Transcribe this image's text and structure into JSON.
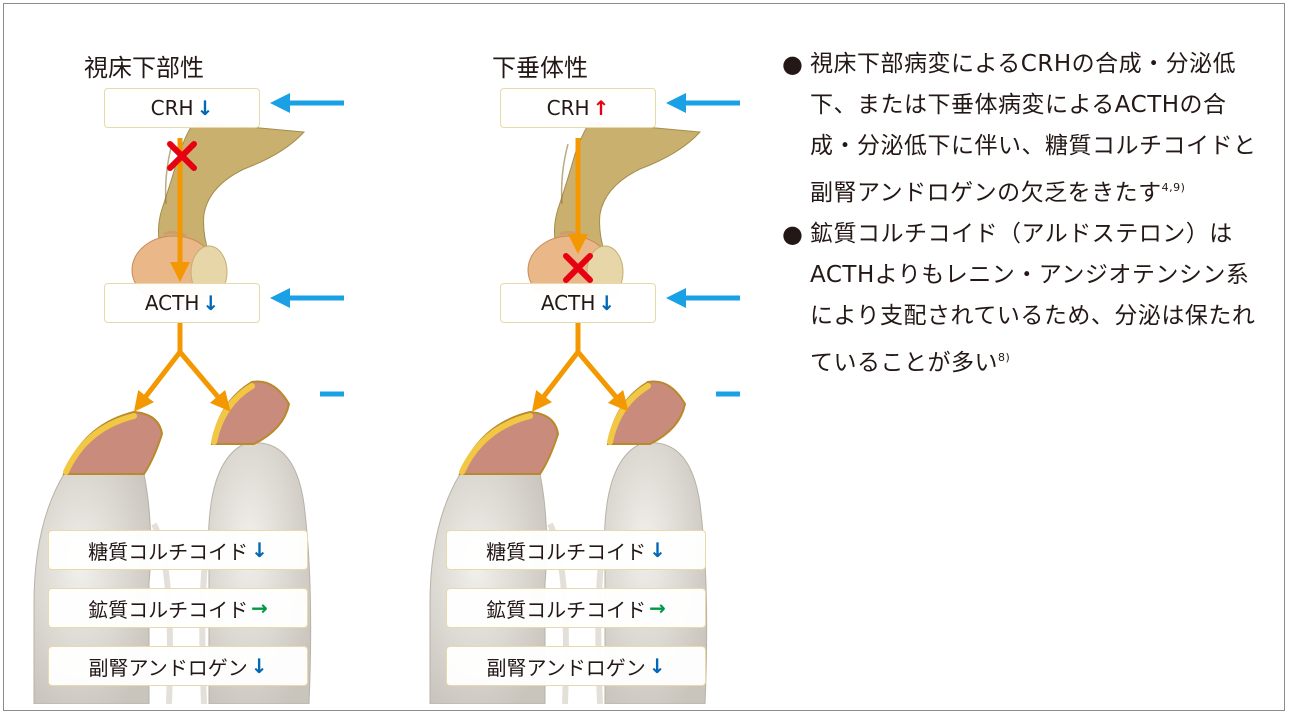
{
  "colors": {
    "feedback_arrow": "#1aa0e4",
    "pathway_arrow": "#f39800",
    "decrease": "#0068b7",
    "increase": "#e60012",
    "unchanged": "#009944",
    "block_mark": "#e60012"
  },
  "panels": [
    {
      "title": "視床下部性",
      "crh": {
        "label": "CRH",
        "arrow": "↓"
      },
      "acth": {
        "label": "ACTH",
        "arrow": "↓"
      },
      "outputs": [
        {
          "label": "糖質コルチコイド",
          "arrow": "↓"
        },
        {
          "label": "鉱質コルチコイド",
          "arrow": "→"
        },
        {
          "label": "副腎アンドロゲン",
          "arrow": "↓"
        }
      ]
    },
    {
      "title": "下垂体性",
      "crh": {
        "label": "CRH",
        "arrow": "↑"
      },
      "acth": {
        "label": "ACTH",
        "arrow": "↓"
      },
      "outputs": [
        {
          "label": "糖質コルチコイド",
          "arrow": "↓"
        },
        {
          "label": "鉱質コルチコイド",
          "arrow": "→"
        },
        {
          "label": "副腎アンドロゲン",
          "arrow": "↓"
        }
      ]
    }
  ],
  "bullets": [
    {
      "marker": "●",
      "text": "視床下部病変によるCRHの合成・分泌低下、または下垂体病変によるACTHの合成・分泌低下に伴い、糖質コルチコイドと副腎アンドロゲンの欠乏をきたす",
      "ref": "4,9)"
    },
    {
      "marker": "●",
      "text": "鉱質コルチコイド（アルドステロン）はACTHよりもレニン・アンジオテンシン系により支配されているため、分泌は保たれていることが多い",
      "ref": "8)"
    }
  ]
}
